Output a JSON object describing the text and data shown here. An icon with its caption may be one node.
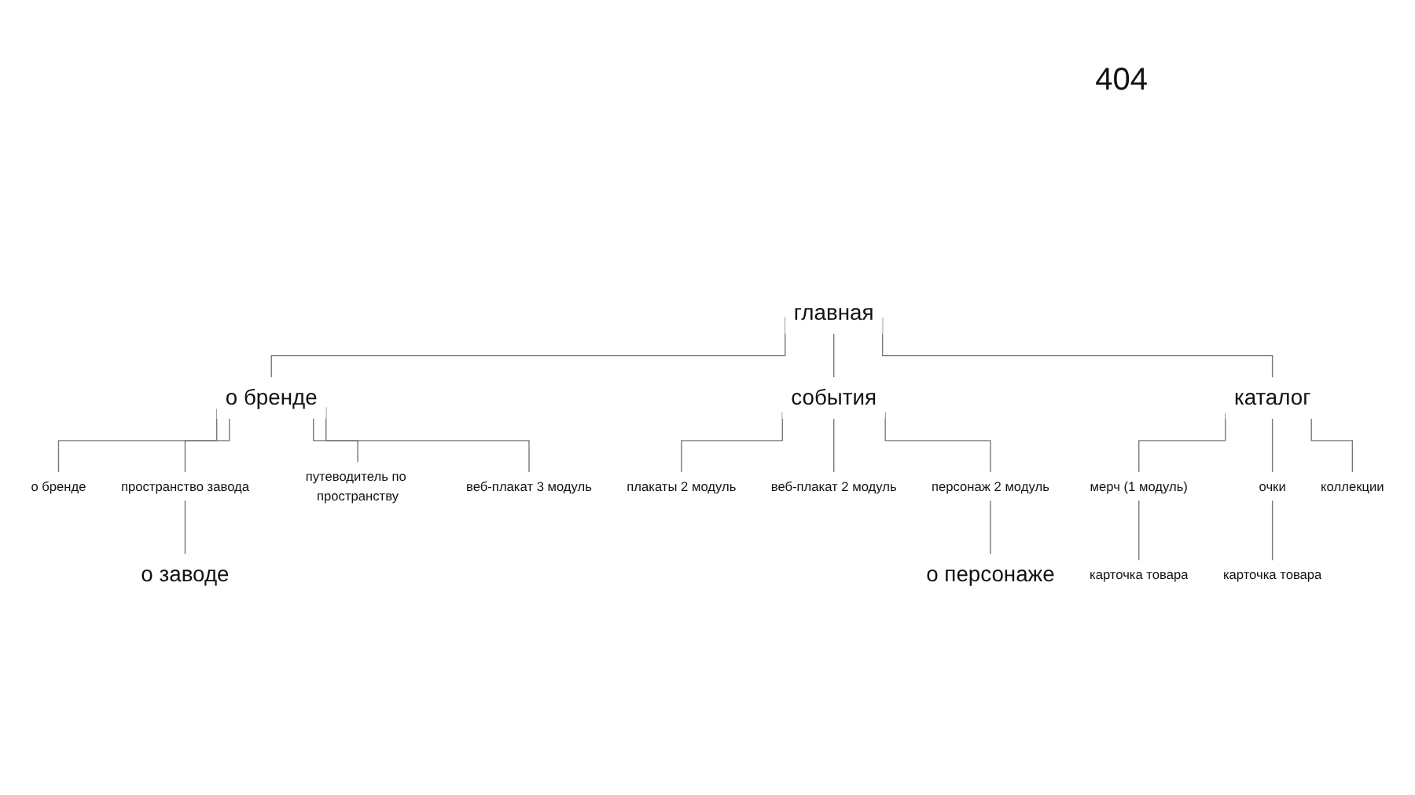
{
  "diagram": {
    "nodes": [
      {
        "text": [
          "главная"
        ]
      },
      {
        "text": [
          "о бренде"
        ]
      },
      {
        "text": [
          "события"
        ]
      },
      {
        "text": [
          "каталог"
        ]
      },
      {
        "text": [
          "о бренде"
        ]
      },
      {
        "text": [
          "пространство завода"
        ]
      },
      {
        "text": [
          "о заводе"
        ]
      },
      {
        "text": [
          "путеводитель по пространству"
        ]
      },
      {
        "text": [
          "веб-плакат 3 модуль"
        ]
      },
      {
        "text": [
          "плакаты 2 модуль"
        ]
      },
      {
        "text": [
          "веб-плакат 2 модуль"
        ]
      },
      {
        "text": [
          "персонаж 2 модуль"
        ]
      },
      {
        "text": [
          "о персонаже"
        ]
      },
      {
        "text": [
          "мерч (1 модуль)"
        ]
      },
      {
        "text": [
          "карточка товара"
        ]
      },
      {
        "text": [
          "очки"
        ]
      },
      {
        "text": [
          "карточка товара"
        ]
      },
      {
        "text": [
          "коллекции"
        ]
      }
    ],
    "edges": [
      {
        "from": 0,
        "to": 1,
        "arrow": "none"
      },
      {
        "from": 0,
        "to": 2,
        "arrow": "none"
      },
      {
        "from": 0,
        "to": 3,
        "arrow": "none"
      },
      {
        "from": 1,
        "to": 4,
        "arrow": "none"
      },
      {
        "from": 1,
        "to": 5,
        "arrow": "none"
      },
      {
        "from": 5,
        "to": 6,
        "arrow": "none"
      },
      {
        "from": 1,
        "to": 7,
        "arrow": "none"
      },
      {
        "from": 1,
        "to": 8,
        "arrow": "none"
      },
      {
        "from": 2,
        "to": 9,
        "arrow": "none"
      },
      {
        "from": 2,
        "to": 10,
        "arrow": "none"
      },
      {
        "from": 2,
        "to": 11,
        "arrow": "none"
      },
      {
        "from": 11,
        "to": 12,
        "arrow": "none"
      },
      {
        "from": 3,
        "to": 13,
        "arrow": "none"
      },
      {
        "from": 13,
        "to": 14,
        "arrow": "none"
      },
      {
        "from": 3,
        "to": 15,
        "arrow": "none"
      },
      {
        "from": 15,
        "to": 16,
        "arrow": "none"
      },
      {
        "from": 3,
        "to": 17,
        "arrow": "none"
      }
    ],
    "labels": [
      "404"
    ]
  }
}
